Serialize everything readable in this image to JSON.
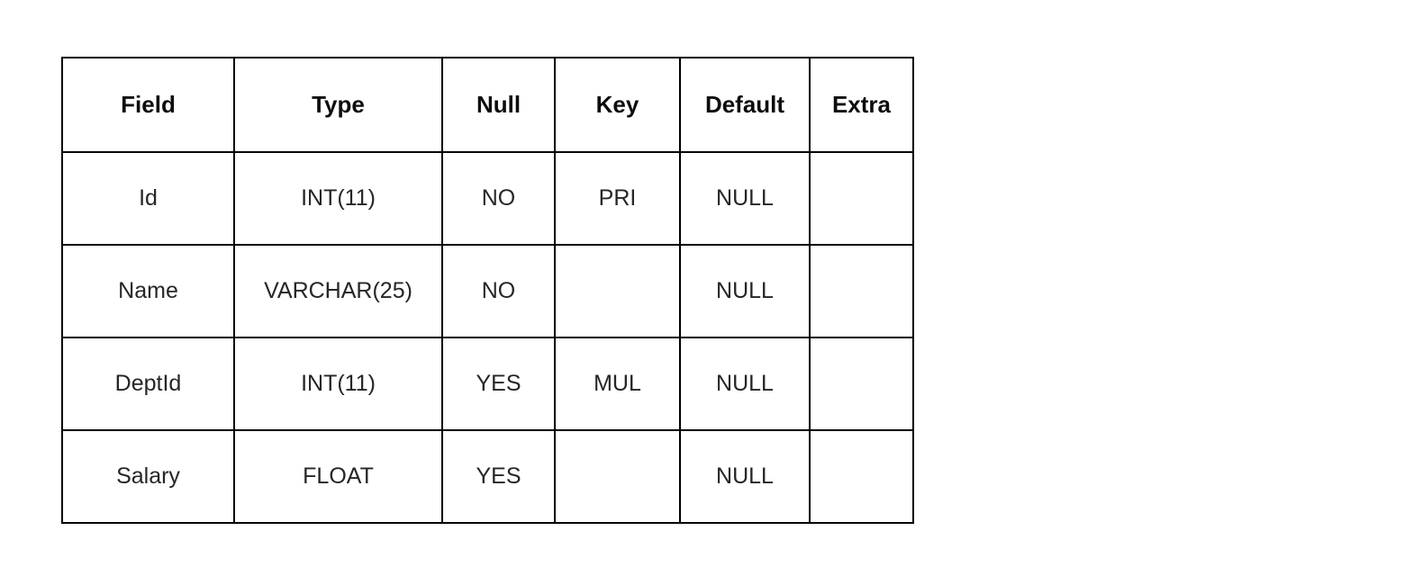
{
  "chart_data": {
    "type": "table",
    "columns": [
      "Field",
      "Type",
      "Null",
      "Key",
      "Default",
      "Extra"
    ],
    "rows": [
      [
        "Id",
        "INT(11)",
        "NO",
        "PRI",
        "NULL",
        ""
      ],
      [
        "Name",
        "VARCHAR(25)",
        "NO",
        "",
        "NULL",
        ""
      ],
      [
        "DeptId",
        "INT(11)",
        "YES",
        "MUL",
        "NULL",
        ""
      ],
      [
        "Salary",
        "FLOAT",
        "YES",
        "",
        "NULL",
        ""
      ]
    ],
    "layout": {
      "border_color": "#000000",
      "background_color": "#ffffff",
      "header_bold": true,
      "text_align": "center"
    }
  }
}
